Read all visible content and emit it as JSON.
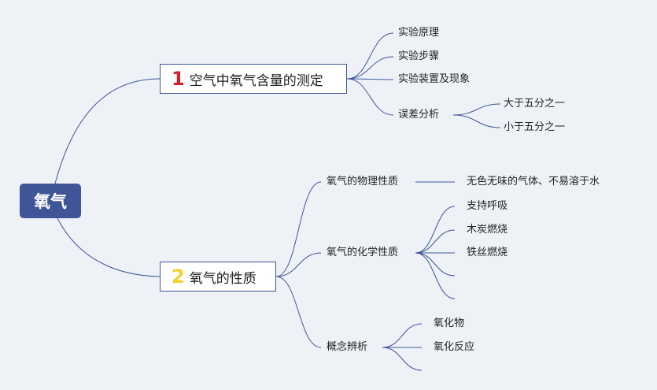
{
  "root": {
    "label": "氧气"
  },
  "topics": [
    {
      "number": "1",
      "label": "空气中氧气含量的测定",
      "children": [
        {
          "label": "实验原理"
        },
        {
          "label": "实验步骤"
        },
        {
          "label": "实验装置及现象"
        },
        {
          "label": "误差分析",
          "children": [
            {
              "label": "大于五分之一"
            },
            {
              "label": "小于五分之一"
            }
          ]
        }
      ]
    },
    {
      "number": "2",
      "label": "氧气的性质",
      "children": [
        {
          "label": "氧气的物理性质",
          "children": [
            {
              "label": "无色无味的气体、不易溶于水"
            }
          ]
        },
        {
          "label": "氧气的化学性质",
          "children": [
            {
              "label": "支持呼吸"
            },
            {
              "label": "木炭燃烧"
            },
            {
              "label": "铁丝燃烧"
            },
            {
              "label": ""
            },
            {
              "label": ""
            }
          ]
        },
        {
          "label": "概念辨析",
          "children": [
            {
              "label": "氧化物"
            },
            {
              "label": "氧化反应"
            },
            {
              "label": ""
            }
          ]
        }
      ]
    }
  ],
  "colors": {
    "root_fill": "#3f5598",
    "line": "#3f5598",
    "background": "#eef2f7",
    "number_1": "#d0202a",
    "number_2": "#f2d028"
  }
}
